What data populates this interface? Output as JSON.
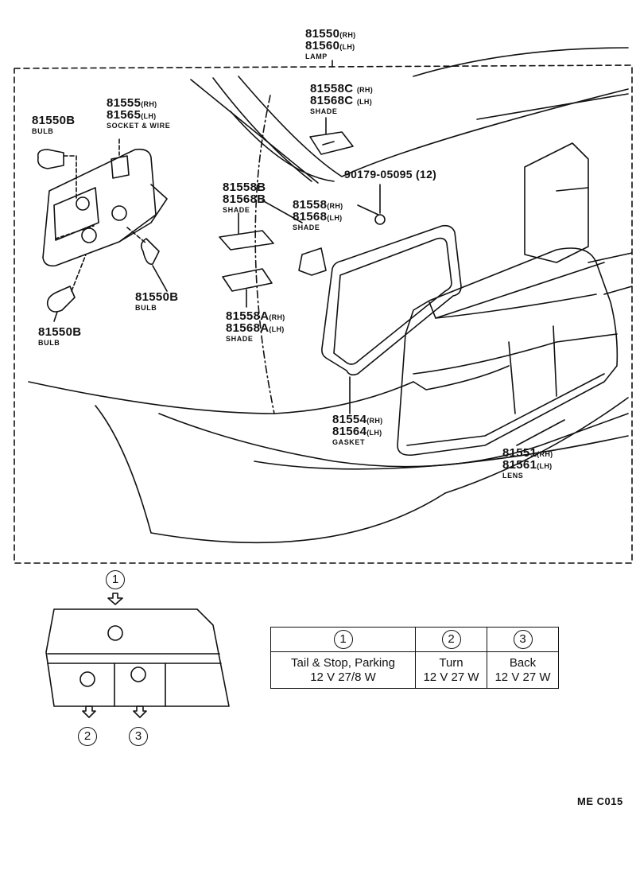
{
  "labels": {
    "lamp": {
      "rh": "81550",
      "lh": "81560",
      "rh_suffix": "(RH)",
      "lh_suffix": "(LH)",
      "desc": "LAMP"
    },
    "bulb_top": {
      "pn": "81550B",
      "desc": "BULB"
    },
    "socket": {
      "rh": "81555",
      "lh": "81565",
      "rh_suffix": "(RH)",
      "lh_suffix": "(LH)",
      "desc": "SOCKET & WIRE"
    },
    "shade_c": {
      "rh": "81558C",
      "lh": "81568C",
      "rh_suffix": "(RH)",
      "lh_suffix": "(LH)",
      "desc": "SHADE"
    },
    "screw": {
      "pn": "90179-05095",
      "qty": "(12)"
    },
    "shade_b": {
      "rh": "81558B",
      "lh": "81568B",
      "desc": "SHADE"
    },
    "shade_main": {
      "rh": "81558",
      "lh": "81568",
      "rh_suffix": "(RH)",
      "lh_suffix": "(LH)",
      "desc": "SHADE"
    },
    "bulb_mid": {
      "pn": "81550B",
      "desc": "BULB"
    },
    "bulb_low": {
      "pn": "81550B",
      "desc": "BULB"
    },
    "shade_a": {
      "rh": "81558A",
      "lh": "81568A",
      "rh_suffix": "(RH)",
      "lh_suffix": "(LH)",
      "desc": "SHADE"
    },
    "gasket": {
      "rh": "81554",
      "lh": "81564",
      "rh_suffix": "(RH)",
      "lh_suffix": "(LH)",
      "desc": "GASKET"
    },
    "lens": {
      "rh": "81551",
      "lh": "81561",
      "rh_suffix": "(RH)",
      "lh_suffix": "(LH)",
      "desc": "LENS"
    }
  },
  "callouts": {
    "c1": "1",
    "c2": "2",
    "c3": "3"
  },
  "spec_table": {
    "headers": [
      "1",
      "2",
      "3"
    ],
    "functions": [
      "Tail & Stop, Parking",
      "Turn",
      "Back"
    ],
    "ratings": [
      "12 V 27/8 W",
      "12 V 27 W",
      "12 V 27 W"
    ]
  },
  "diagram_code": "ME C015"
}
